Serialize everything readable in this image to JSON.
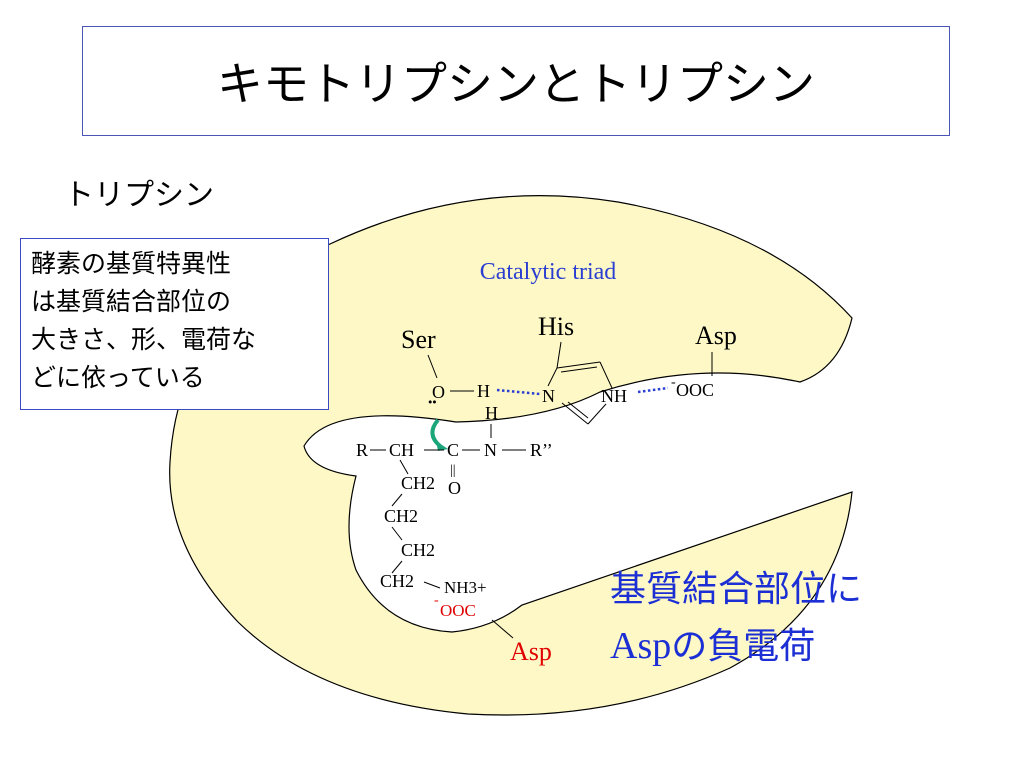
{
  "slide": {
    "title": "キモトリプシンとトリプシン",
    "subtitle": "トリプシン"
  },
  "callout": {
    "lines": [
      "酵素の基質特異性",
      "は基質結合部位の",
      "大きさ、形、電荷な",
      "どに依っている"
    ]
  },
  "diagram": {
    "label": "Catalytic triad",
    "ser": "Ser",
    "his": "His",
    "asp_top": "Asp",
    "asp_bottom": "Asp",
    "o_atom": "O",
    "h_atom": "H",
    "n_ring_left": "N",
    "nh_ring_right": "NH",
    "ooc_top": "OOC",
    "minus": "-",
    "h_amide": "H",
    "r_left": "R",
    "ch_backbone": "CH",
    "c_carbonyl": "C",
    "n_amide": "N",
    "r_right": "R’’",
    "o_carbonyl": "O",
    "double_bond": "||",
    "lone_pair": "¨",
    "ch2_1": "CH2",
    "ch2_2": "CH2",
    "ch2_3": "CH2",
    "ch2_4": "CH2",
    "nh3": "NH3+",
    "ooc_bottom": "OOC"
  },
  "conclusion": {
    "line1": "基質結合部位に",
    "line2_asp": "Asp",
    "line2_rest": "の負電荷"
  },
  "colors": {
    "pocket_fill": "#fdf8c6",
    "border_blue": "#3b49c2",
    "accent_blue": "#1c2fd4",
    "triad_label": "#2a3ed1",
    "negative_red": "#e00000",
    "arrow_teal": "#1aa57a"
  }
}
